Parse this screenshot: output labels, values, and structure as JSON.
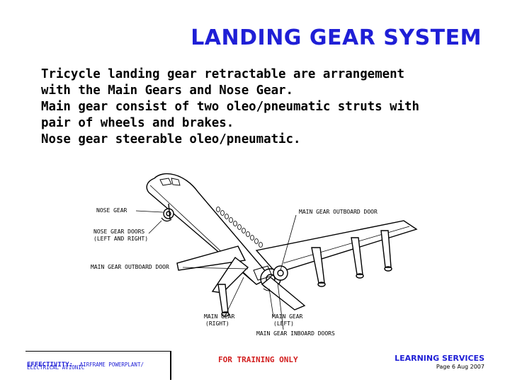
{
  "slide": {
    "title": "LANDING GEAR SYSTEM",
    "body_lines": [
      "Tricycle landing gear retractable are arrangement",
      "with the Main Gears and Nose Gear.",
      "Main gear consist of two oleo/pneumatic struts with",
      "pair of wheels and brakes.",
      "Nose gear steerable oleo/pneumatic."
    ]
  },
  "diagram": {
    "callouts": {
      "nose_gear": "NOSE GEAR",
      "nose_gear_doors_1": "NOSE GEAR DOORS",
      "nose_gear_doors_2": "(LEFT AND RIGHT)",
      "main_gear_outboard_door_left": "MAIN GEAR OUTBOARD DOOR",
      "main_gear_outboard_door_right": "MAIN GEAR OUTBOARD DOOR",
      "main_gear_right_1": "MAIN GEAR",
      "main_gear_right_2": "(RIGHT)",
      "main_gear_left_1": "MAIN GEAR",
      "main_gear_left_2": "(LEFT)",
      "main_gear_inboard_doors": "MAIN GEAR INBOARD DOORS"
    }
  },
  "footer": {
    "effectivity_label": "EFFECTIVITY:",
    "effectivity_text_1": "AIRFRAME POWERPLANT/",
    "effectivity_text_2": "ELECTRICAL AVIONIC",
    "training": "FOR TRAINING ONLY",
    "learning": "LEARNING SERVICES",
    "page_info": "Page 6 Aug 2007"
  },
  "colors": {
    "title": "#1f1fd6",
    "training": "#d21f1f",
    "footer_blue": "#1f1fd6"
  }
}
